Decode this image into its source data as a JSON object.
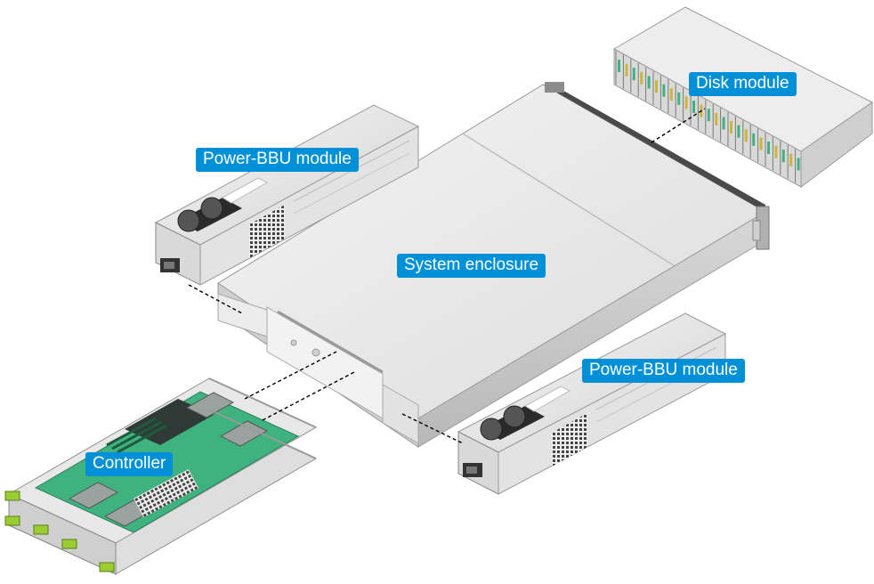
{
  "labels": {
    "power_bbu_top": "Power-BBU module",
    "disk_module": "Disk module",
    "system_enclosure": "System enclosure",
    "power_bbu_bottom": "Power-BBU module",
    "controller": "Controller"
  },
  "colors": {
    "callout_bg": "#0090d8",
    "callout_text": "#ffffff",
    "pcb_green": "#3fb27f",
    "handle_green": "#9acd32",
    "metal": "#e6e6e6"
  }
}
